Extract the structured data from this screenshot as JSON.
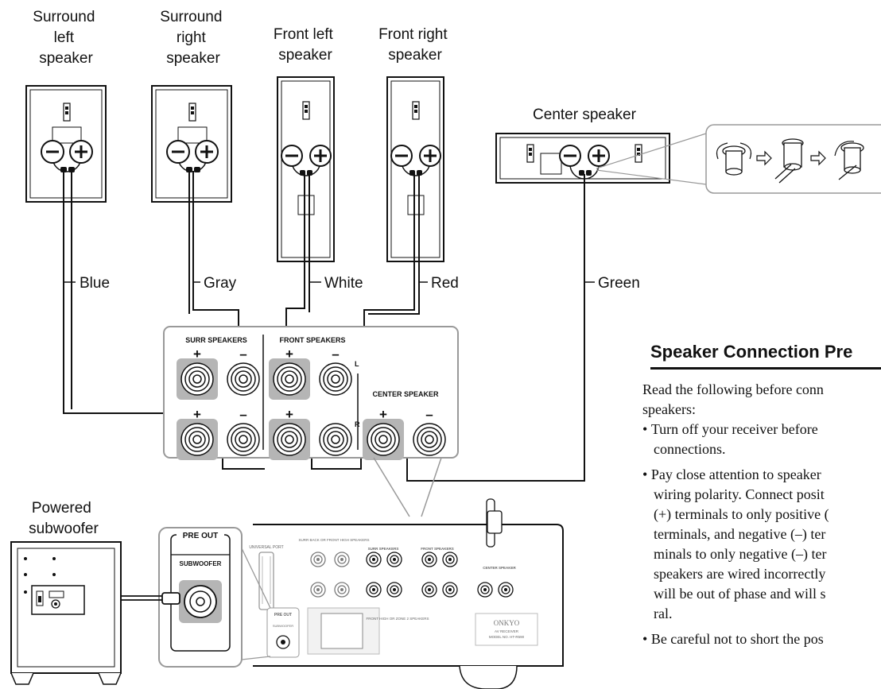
{
  "speakers": {
    "surround_left": [
      "Surround",
      "left",
      "speaker"
    ],
    "surround_right": [
      "Surround",
      "right",
      "speaker"
    ],
    "front_left": [
      "Front left",
      "speaker"
    ],
    "front_right": [
      "Front right",
      "speaker"
    ],
    "center": "Center speaker"
  },
  "subwoofer": [
    "Powered",
    "subwoofer"
  ],
  "wires": {
    "blue": "Blue",
    "gray": "Gray",
    "white": "White",
    "red": "Red",
    "green": "Green"
  },
  "terminal_panel": {
    "surr_label": "SURR SPEAKERS",
    "front_label": "FRONT SPEAKERS",
    "center_label": "CENTER SPEAKER",
    "plus": "+",
    "minus": "–",
    "l": "L",
    "r": "R"
  },
  "pre_out": {
    "header": "PRE OUT",
    "label": "SUBWOOFER"
  },
  "receiver": {
    "universal_port": "UNIVERSAL PORT",
    "surr_back": "SURR BACK OR FRONT HIGH SPEAKERS",
    "surr": "SURR SPEAKERS",
    "front": "FRONT SPEAKERS",
    "center": "CENTER SPEAKER",
    "pre_out": "PRE OUT",
    "subwoofer": "SUBWOOFER",
    "zone2": "FRONT HIGH OR ZONE 2 SPEAKERS",
    "brand": "ONKYO",
    "model_type": "AV RECEIVER",
    "model": "MODEL NO. HT-R590"
  },
  "text": {
    "heading": "Speaker Connection Pre",
    "intro": [
      "Read the following before conn",
      "speakers:"
    ],
    "bullets": [
      [
        "Turn off your receiver before",
        "connections."
      ],
      [
        "Pay close attention to speaker",
        "wiring polarity. Connect posit",
        "(+) terminals to only positive (",
        "terminals, and negative (–) ter",
        "minals to only negative (–) ter",
        "speakers are wired incorrectly",
        "will be out of phase and will s",
        "ral."
      ],
      [
        "Be careful not to short the pos"
      ]
    ]
  },
  "colors": {
    "line": "#111111",
    "panel_border": "#999999",
    "terminal_fill": "#b5b5b5"
  }
}
